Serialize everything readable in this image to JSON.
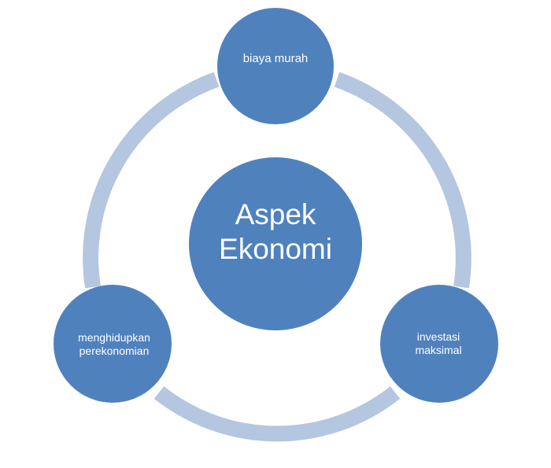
{
  "diagram": {
    "center": {
      "line1": "Aspek",
      "line2": "Ekonomi"
    },
    "nodes": {
      "top": {
        "text": "biaya murah"
      },
      "right": {
        "line1": "investasi",
        "line2": "maksimal"
      },
      "left": {
        "line1": "menghidupkan",
        "line2": "perekonomian"
      }
    },
    "colors": {
      "node_fill": "#4f81bd",
      "ring_fill": "#b4c6e0",
      "text": "#ffffff",
      "background": "#ffffff"
    }
  }
}
